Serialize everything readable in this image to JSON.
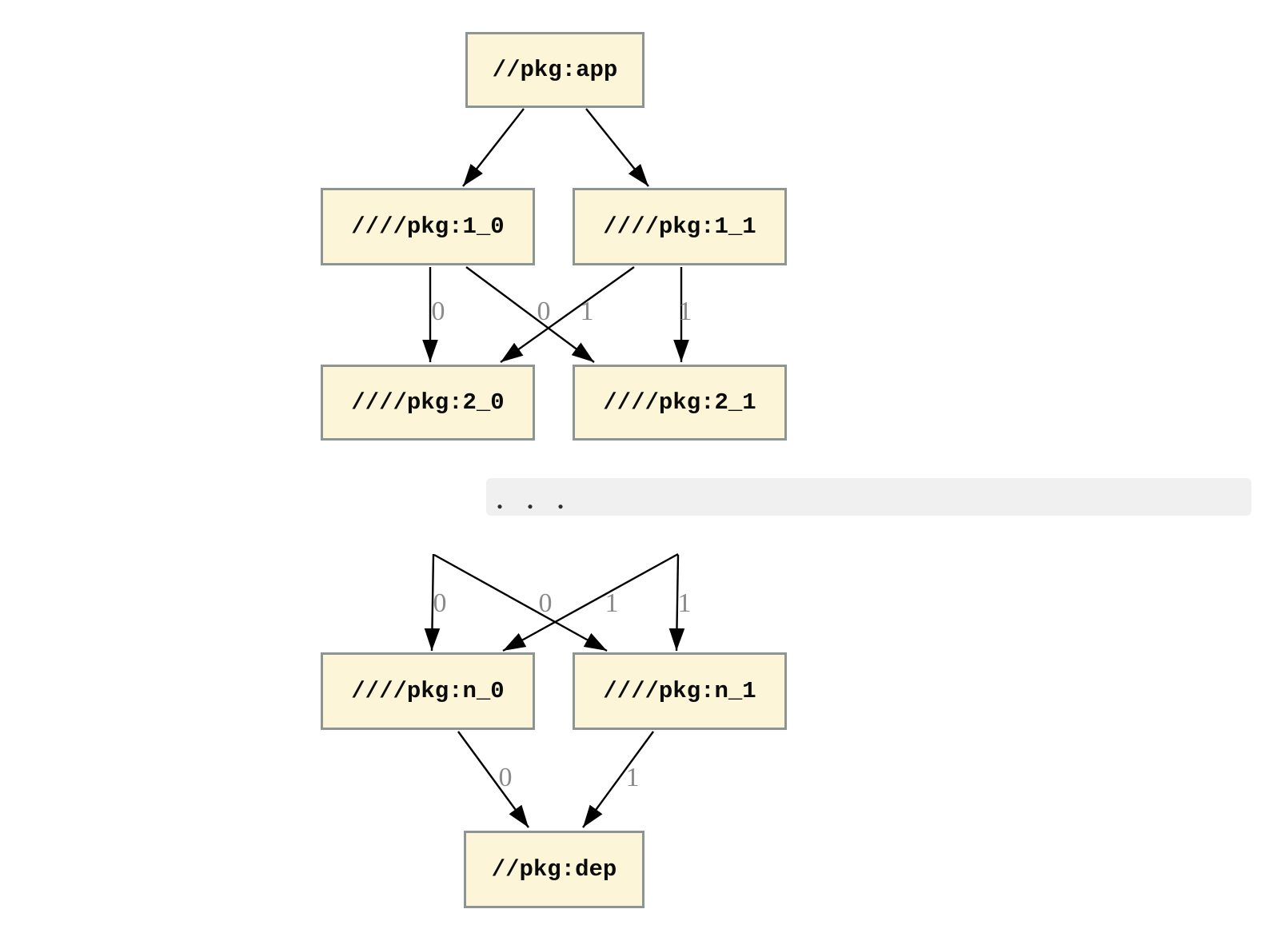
{
  "diagram": {
    "type": "dependency-graph",
    "ellipsis": ". . .",
    "nodes": [
      {
        "id": "app",
        "label": "//pkg:app"
      },
      {
        "id": "1_0",
        "label": "////pkg:1_0"
      },
      {
        "id": "1_1",
        "label": "////pkg:1_1"
      },
      {
        "id": "2_0",
        "label": "////pkg:2_0"
      },
      {
        "id": "2_1",
        "label": "////pkg:2_1"
      },
      {
        "id": "n_0",
        "label": "////pkg:n_0"
      },
      {
        "id": "n_1",
        "label": "////pkg:n_1"
      },
      {
        "id": "dep",
        "label": "//pkg:dep"
      }
    ],
    "edges": [
      {
        "from": "app",
        "to": "1_0",
        "label": ""
      },
      {
        "from": "app",
        "to": "1_1",
        "label": ""
      },
      {
        "from": "1_0",
        "to": "2_0",
        "label": "0"
      },
      {
        "from": "1_0",
        "to": "2_1",
        "label": "0"
      },
      {
        "from": "1_1",
        "to": "2_0",
        "label": "1"
      },
      {
        "from": "1_1",
        "to": "2_1",
        "label": "1"
      },
      {
        "from": "...",
        "to": "n_0",
        "label": "0"
      },
      {
        "from": "...",
        "to": "n_1",
        "label": "0"
      },
      {
        "from": "...",
        "to": "n_0",
        "label": "1"
      },
      {
        "from": "...",
        "to": "n_1",
        "label": "1"
      },
      {
        "from": "n_0",
        "to": "dep",
        "label": "0"
      },
      {
        "from": "n_1",
        "to": "dep",
        "label": "1"
      }
    ],
    "colors": {
      "node_fill": "#fcf5d8",
      "node_border": "#8d9494",
      "edge": "#000000",
      "edge_label": "#8a8a8a",
      "ellipsis_band": "#f0f0f0",
      "background": "#ffffff"
    }
  }
}
